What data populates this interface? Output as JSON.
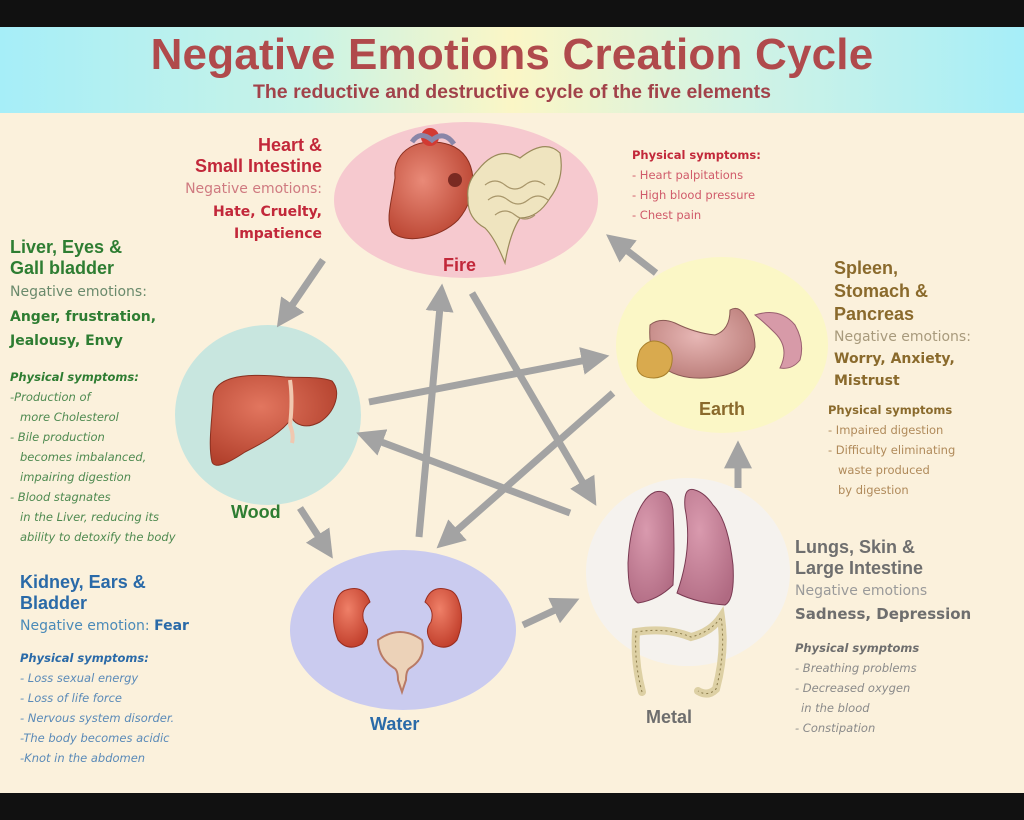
{
  "header": {
    "title": "Negative Emotions Creation Cycle",
    "subtitle": "The reductive and destructive cycle of the five elements"
  },
  "colors": {
    "title": "#b04a4c",
    "fire": "#c2283a",
    "wood": "#2e7d32",
    "earth": "#8a6a2c",
    "water": "#2a6aa8",
    "metal": "#6e6e6e",
    "arrow": "#a3a3a3",
    "fire_bg": "#f6c9cf",
    "wood_bg": "#c8e6df",
    "earth_bg": "#fbf7c6",
    "water_bg": "#cacbef",
    "metal_bg": "#f5f2ee"
  },
  "elements": {
    "fire": {
      "label": "Fire",
      "organs_line1": "Heart &",
      "organs_line2": "Small Intestine",
      "neg_label": "Negative emotions:",
      "emotions_line1": "Hate, Cruelty,",
      "emotions_line2": "Impatience",
      "symptoms_title": "Physical symptoms:",
      "symptoms": [
        "- Heart palpitations",
        "- High blood pressure",
        "- Chest pain"
      ],
      "icon": "heart-and-small-intestine-illustration"
    },
    "wood": {
      "label": "Wood",
      "organs_line1": "Liver, Eyes  &",
      "organs_line2": "Gall bladder",
      "neg_label": "Negative emotions:",
      "emotions_line1": "Anger, frustration,",
      "emotions_line2": "Jealousy, Envy",
      "symptoms_title": "Physical symptoms:",
      "symptoms": [
        "-Production of",
        "  more Cholesterol",
        "- Bile production",
        "  becomes imbalanced,",
        "  impairing digestion",
        "- Blood stagnates",
        "  in the Liver, reducing its",
        "  ability to detoxify the body"
      ],
      "icon": "liver-illustration"
    },
    "earth": {
      "label": "Earth",
      "organs_line1": "Spleen,",
      "organs_line2": "Stomach &",
      "organs_line3": "Pancreas",
      "neg_label": "Negative emotions:",
      "emotions_line1": "Worry, Anxiety,",
      "emotions_line2": "Mistrust",
      "symptoms_title": "Physical symptoms",
      "symptoms": [
        "- Impaired digestion",
        "- Difficulty eliminating",
        "  waste produced",
        "  by digestion"
      ],
      "icon": "stomach-spleen-pancreas-illustration"
    },
    "water": {
      "label": "Water",
      "organs_line1": "Kidney, Ears &",
      "organs_line2": "Bladder",
      "neg_label": "Negative emotion:",
      "emotion": "Fear",
      "symptoms_title": "Physical symptoms:",
      "symptoms": [
        "- Loss sexual energy",
        "- Loss of life force",
        "- Nervous system disorder.",
        "-The body becomes acidic",
        "-Knot in the abdomen"
      ],
      "icon": "kidneys-and-bladder-illustration"
    },
    "metal": {
      "label": "Metal",
      "organs_line1": "Lungs, Skin &",
      "organs_line2": "Large Intestine",
      "neg_label": "Negative emotions",
      "emotions_line1": "Sadness, Depression",
      "symptoms_title": "Physical symptoms",
      "symptoms": [
        "- Breathing problems",
        "- Decreased oxygen",
        "  in the blood",
        "- Constipation"
      ],
      "icon": "lungs-and-large-intestine-illustration"
    }
  },
  "cycle": {
    "generating": [
      {
        "from": "Fire",
        "to": "Wood"
      },
      {
        "from": "Wood",
        "to": "Water"
      },
      {
        "from": "Water",
        "to": "Metal"
      },
      {
        "from": "Metal",
        "to": "Earth"
      },
      {
        "from": "Earth",
        "to": "Fire"
      }
    ],
    "controlling": [
      {
        "from": "Water",
        "to": "Fire"
      },
      {
        "from": "Fire",
        "to": "Metal"
      },
      {
        "from": "Metal",
        "to": "Wood"
      },
      {
        "from": "Wood",
        "to": "Earth"
      },
      {
        "from": "Earth",
        "to": "Water"
      }
    ]
  }
}
